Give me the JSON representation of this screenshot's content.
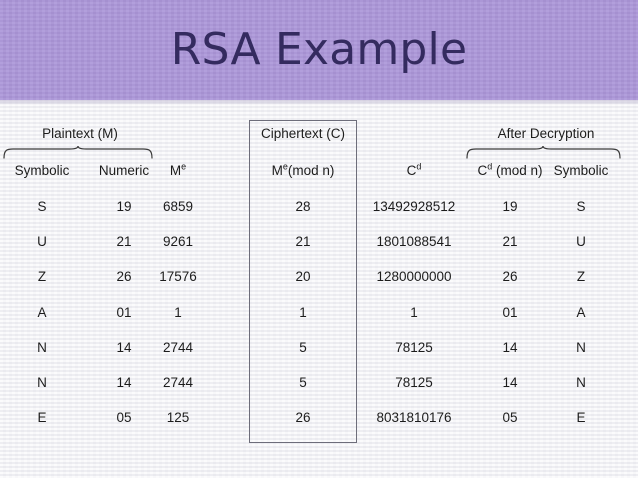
{
  "slide": {
    "title": "RSA Example",
    "banner_color": "#ab96d8",
    "title_color": "#342b5f",
    "background_color": "#f0f0f3"
  },
  "table": {
    "group_headers": [
      {
        "id": "plaintext",
        "label": "Plaintext   (M)",
        "spans": [
          "Symbolic",
          "Numeric"
        ],
        "brace": true
      },
      {
        "id": "ciphertext",
        "label": "Ciphertext (C)",
        "spans": [
          "Mᵉ(mod n)"
        ],
        "brace": false,
        "boxed": true
      },
      {
        "id": "after_decryption",
        "label": "After Decryption",
        "spans": [
          "Cᵈ (mod n)",
          "Symbolic"
        ],
        "brace": true
      }
    ],
    "columns": [
      {
        "id": "plain_symbolic",
        "label_base": "Symbolic",
        "label_sup": ""
      },
      {
        "id": "plain_numeric",
        "label_base": "Numeric",
        "label_sup": ""
      },
      {
        "id": "m_pow_e",
        "label_base": "M",
        "label_sup": "e"
      },
      {
        "id": "m_pow_e_mod_n",
        "label_base": "M",
        "label_sup": "e",
        "label_tail": "(mod n)"
      },
      {
        "id": "c_pow_d",
        "label_base": "C",
        "label_sup": "d"
      },
      {
        "id": "c_pow_d_mod_n",
        "label_base": "C",
        "label_sup": "d",
        "label_tail": " (mod n)"
      },
      {
        "id": "dec_symbolic",
        "label_base": "Symbolic",
        "label_sup": ""
      }
    ],
    "rows": [
      {
        "plain_symbolic": "S",
        "plain_numeric": "19",
        "m_pow_e": "6859",
        "m_pow_e_mod_n": "28",
        "c_pow_d": "13492928512",
        "c_pow_d_mod_n": "19",
        "dec_symbolic": "S"
      },
      {
        "plain_symbolic": "U",
        "plain_numeric": "21",
        "m_pow_e": "9261",
        "m_pow_e_mod_n": "21",
        "c_pow_d": "1801088541",
        "c_pow_d_mod_n": "21",
        "dec_symbolic": "U"
      },
      {
        "plain_symbolic": "Z",
        "plain_numeric": "26",
        "m_pow_e": "17576",
        "m_pow_e_mod_n": "20",
        "c_pow_d": "1280000000",
        "c_pow_d_mod_n": "26",
        "dec_symbolic": "Z"
      },
      {
        "plain_symbolic": "A",
        "plain_numeric": "01",
        "m_pow_e": "1",
        "m_pow_e_mod_n": "1",
        "c_pow_d": "1",
        "c_pow_d_mod_n": "01",
        "dec_symbolic": "A"
      },
      {
        "plain_symbolic": "N",
        "plain_numeric": "14",
        "m_pow_e": "2744",
        "m_pow_e_mod_n": "5",
        "c_pow_d": "78125",
        "c_pow_d_mod_n": "14",
        "dec_symbolic": "N"
      },
      {
        "plain_symbolic": "N",
        "plain_numeric": "14",
        "m_pow_e": "2744",
        "m_pow_e_mod_n": "5",
        "c_pow_d": "78125",
        "c_pow_d_mod_n": "14",
        "dec_symbolic": "N"
      },
      {
        "plain_symbolic": "E",
        "plain_numeric": "05",
        "m_pow_e": "125",
        "m_pow_e_mod_n": "26",
        "c_pow_d": "8031810176",
        "c_pow_d_mod_n": "05",
        "dec_symbolic": "E"
      }
    ]
  }
}
